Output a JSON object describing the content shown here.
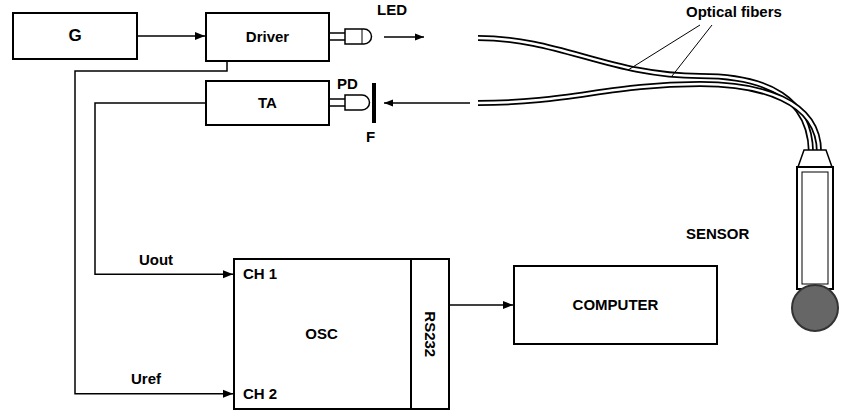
{
  "diagram": {
    "nodes": [
      {
        "text": [
          "G"
        ]
      },
      {
        "text": [
          "Driver"
        ]
      },
      {
        "text": [
          "TA"
        ]
      },
      {
        "text": [
          "CH 1",
          "OSC",
          "CH 2"
        ]
      },
      {
        "text": [
          "RS232"
        ],
        "in": 3
      },
      {
        "text": [
          "COMPUTER"
        ]
      }
    ],
    "edges": [
      {
        "from": 0,
        "to": 1,
        "arrow": "to"
      },
      {
        "from": 1,
        "to": 3,
        "arrow": "to",
        "label": "Uref"
      },
      {
        "from": 2,
        "to": 3,
        "arrow": "to",
        "label": "Uout"
      },
      {
        "from": 4,
        "to": 5,
        "arrow": "to"
      }
    ],
    "labels": [
      "LED",
      "Optical fibers",
      "PD",
      "F",
      "SENSOR"
    ]
  }
}
